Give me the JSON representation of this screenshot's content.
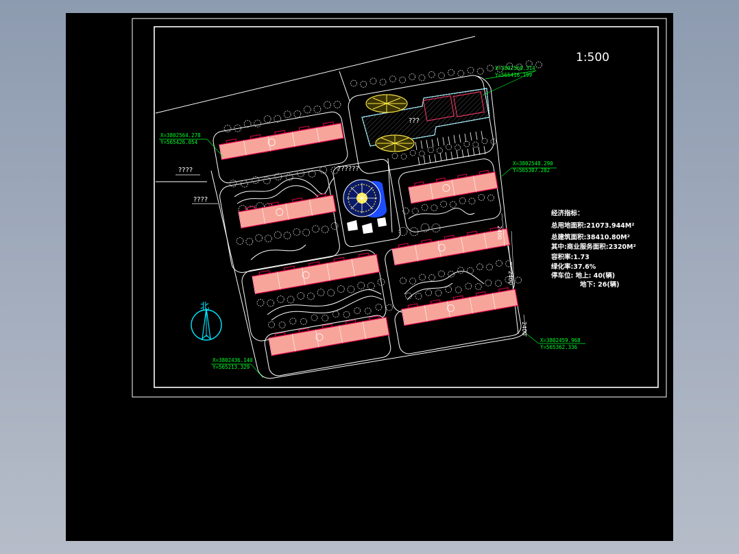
{
  "colors": {
    "background": "#000000",
    "frame": "#ffffff",
    "building_fill": "#f7a59a",
    "building_outline": "#e0004a",
    "coordinate": "#00ff2a",
    "north_arrow": "#00e5ff",
    "pavilion": "#ffe94a",
    "water": "#1d4cff",
    "commercial_outline": "#00d6ff",
    "tree": "#bdbdbd"
  },
  "drawing": {
    "scale": "1:500",
    "north_label": "北",
    "placeholders": {
      "label_a": "????",
      "label_b": "????",
      "center_label": "??????",
      "commercial": "???"
    },
    "dimensions": [
      "2400",
      "2400",
      "2400"
    ]
  },
  "coordinates": [
    {
      "x": "X=3802560.314",
      "y": "Y=565416.199"
    },
    {
      "x": "X=3802564.278",
      "y": "Y=565426.054"
    },
    {
      "x": "X=3802548.290",
      "y": "Y=565307.282"
    },
    {
      "x": "X=3802459.968",
      "y": "Y=565362.336"
    },
    {
      "x": "X=3802436.140",
      "y": "Y=565213.329"
    }
  ],
  "indicators": {
    "title": "经济指标：",
    "lines": [
      "总用地面积:21073.944M²",
      "总建筑面积:38410.80M²",
      "其中:商业服务面积:2320M²",
      "容积率:1.73",
      "绿化率:37.6%",
      "停车位: 地上: 40(辆)",
      "地下: 26(辆)"
    ]
  }
}
